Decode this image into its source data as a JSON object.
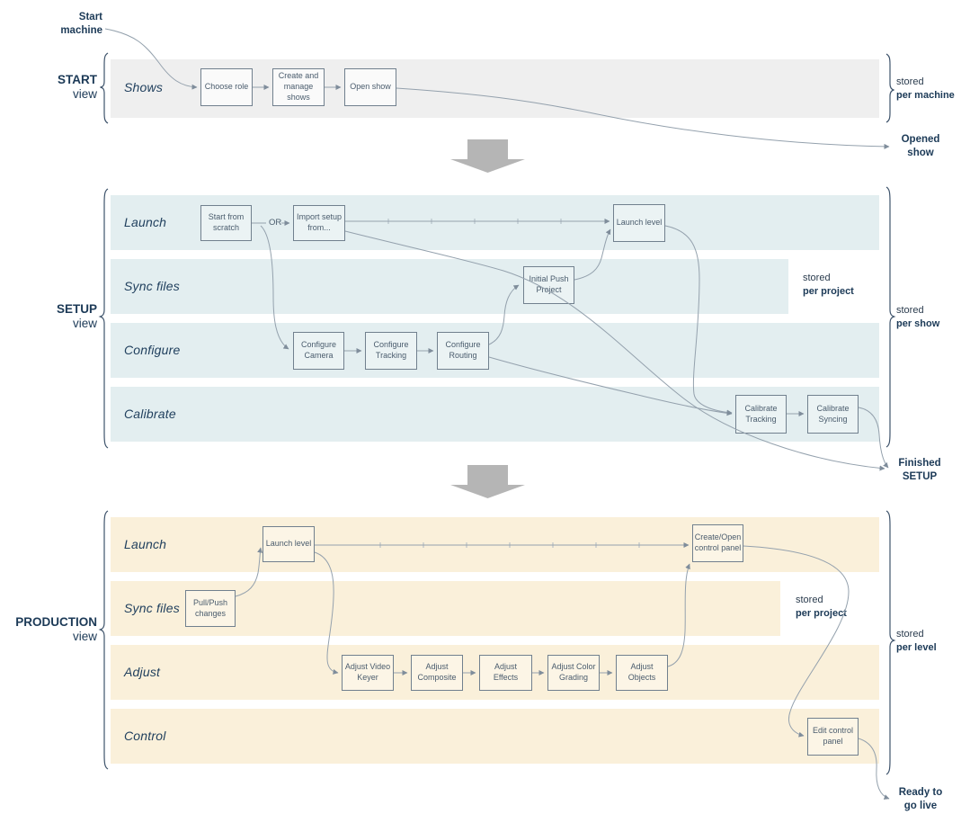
{
  "palette": {
    "band_start": "#efefef",
    "band_setup": "#e3eef0",
    "band_production": "#faf0da",
    "box_border": "#71808e",
    "connector_line": "#94a1ad",
    "dark_navy_text": "#1c3a57",
    "box_text": "#4a5c6d",
    "section_arrow_gray": "#b5b5b5"
  },
  "annotations": {
    "start_machine": "Start machine",
    "opened_show": "Opened show",
    "finished_setup": "Finished SETUP",
    "ready_to_go_live": "Ready to go live",
    "or_label": "OR"
  },
  "sections": [
    {
      "name": "START",
      "view_word": "view",
      "stored": {
        "line1": "stored",
        "line2": "per machine"
      },
      "lanes": [
        {
          "label": "Shows",
          "boxes": [
            {
              "label": "Choose role"
            },
            {
              "label": "Create and manage shows"
            },
            {
              "label": "Open show"
            }
          ]
        }
      ]
    },
    {
      "name": "SETUP",
      "view_word": "view",
      "stored_project": {
        "line1": "stored",
        "line2": "per project"
      },
      "stored": {
        "line1": "stored",
        "line2": "per show"
      },
      "lanes": [
        {
          "label": "Launch",
          "boxes": [
            {
              "label": "Start from scratch"
            },
            {
              "label": "Import setup from..."
            },
            {
              "label": "Launch level"
            }
          ]
        },
        {
          "label": "Sync files",
          "boxes": [
            {
              "label": "Initial Push Project"
            }
          ]
        },
        {
          "label": "Configure",
          "boxes": [
            {
              "label": "Configure Camera"
            },
            {
              "label": "Configure Tracking"
            },
            {
              "label": "Configure Routing"
            }
          ]
        },
        {
          "label": "Calibrate",
          "boxes": [
            {
              "label": "Calibrate Tracking"
            },
            {
              "label": "Calibrate Syncing"
            }
          ]
        }
      ]
    },
    {
      "name": "PRODUCTION",
      "view_word": "view",
      "stored_project": {
        "line1": "stored",
        "line2": "per project"
      },
      "stored": {
        "line1": "stored",
        "line2": "per level"
      },
      "lanes": [
        {
          "label": "Launch",
          "boxes": [
            {
              "label": "Launch level"
            },
            {
              "label": "Create/Open control panel"
            }
          ]
        },
        {
          "label": "Sync files",
          "boxes": [
            {
              "label": "Pull/Push changes"
            }
          ]
        },
        {
          "label": "Adjust",
          "boxes": [
            {
              "label": "Adjust Video Keyer"
            },
            {
              "label": "Adjust Composite"
            },
            {
              "label": "Adjust Effects"
            },
            {
              "label": "Adjust Color Grading"
            },
            {
              "label": "Adjust Objects"
            }
          ]
        },
        {
          "label": "Control",
          "boxes": [
            {
              "label": "Edit control panel"
            }
          ]
        }
      ]
    }
  ]
}
